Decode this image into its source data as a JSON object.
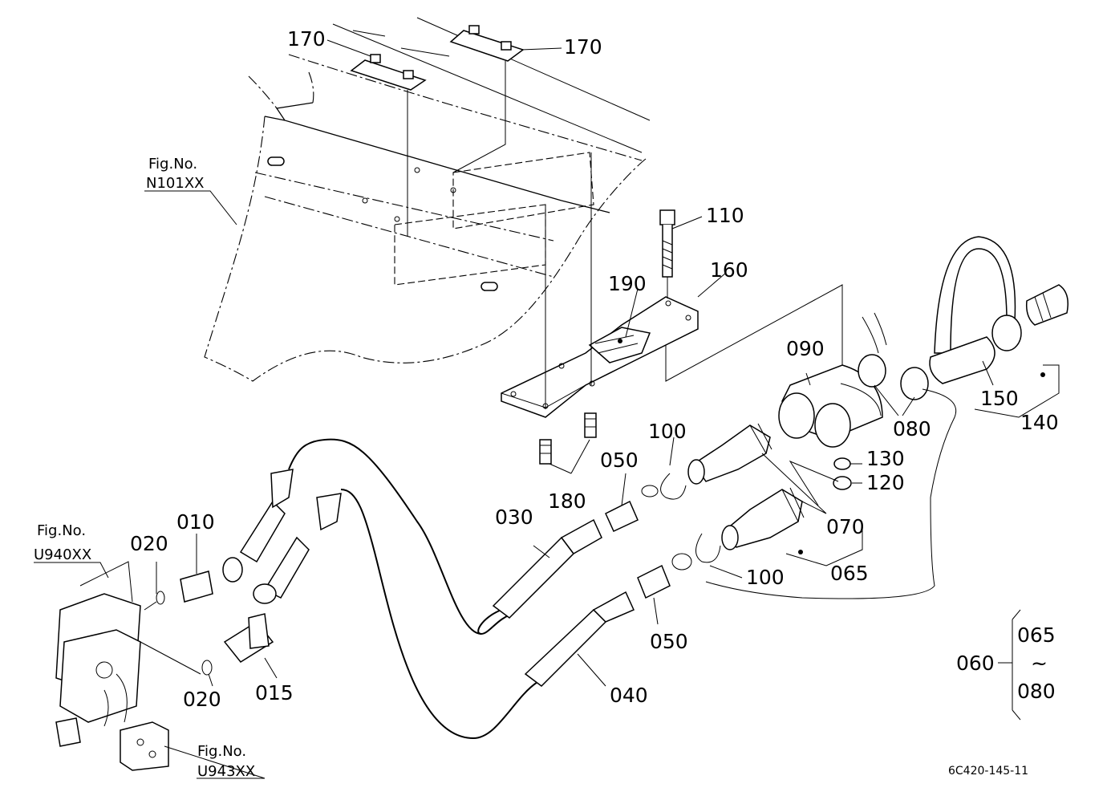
{
  "figure_refs": [
    {
      "id": "n101",
      "line1": "Fig.No.",
      "line2": "N101XX"
    },
    {
      "id": "u940",
      "line1": "Fig.No.",
      "line2": "U940XX"
    },
    {
      "id": "u943",
      "line1": "Fig.No.",
      "line2": "U943XX"
    }
  ],
  "part_labels": {
    "p170a": "170",
    "p170b": "170",
    "p110": "110",
    "p160": "160",
    "p190": "190",
    "p090": "090",
    "p150": "150",
    "p080": "080",
    "p140": "140",
    "p100a": "100",
    "p050a": "050",
    "p180": "180",
    "p130": "130",
    "p120": "120",
    "p070": "070",
    "p030": "030",
    "p065": "065",
    "p100b": "100",
    "p010": "010",
    "p020a": "020",
    "p020b": "020",
    "p015": "015",
    "p050b": "050",
    "p040": "040",
    "p060": "060",
    "p065r": "065",
    "tilde": "~",
    "p080r": "080"
  },
  "drawing_code": "6C420-145-11"
}
